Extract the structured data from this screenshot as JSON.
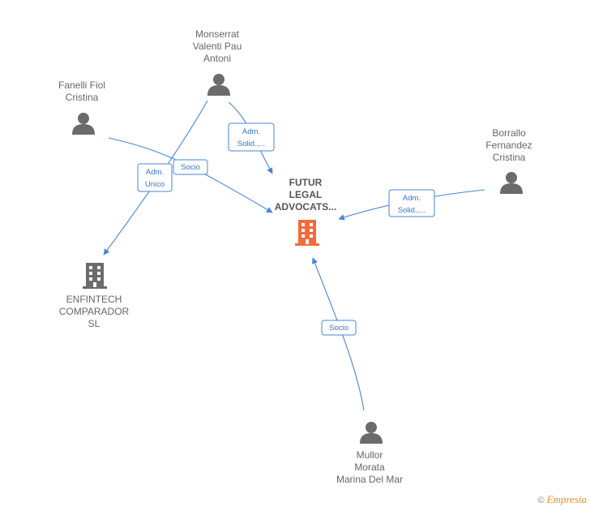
{
  "nodes": {
    "monserrat": {
      "lines": [
        "Monserrat",
        "Valenti Pau",
        "Antoni"
      ],
      "kind": "person"
    },
    "fanelli": {
      "lines": [
        "Fanelli Fiol",
        "Cristina"
      ],
      "kind": "person"
    },
    "borrallo": {
      "lines": [
        "Borrallo",
        "Fernandez",
        "Cristina"
      ],
      "kind": "person"
    },
    "mullor": {
      "lines": [
        "Mullor",
        "Morata",
        "Marina Del Mar"
      ],
      "kind": "person"
    },
    "futur": {
      "lines": [
        "FUTUR",
        "LEGAL",
        "ADVOCATS..."
      ],
      "kind": "company-main"
    },
    "enfintech": {
      "lines": [
        "ENFINTECH",
        "COMPARADOR",
        "SL"
      ],
      "kind": "company"
    }
  },
  "edges": {
    "monserrat_futur": {
      "lines": [
        "Adm.",
        "Solid.,..."
      ]
    },
    "monserrat_enfintech": {
      "lines": [
        "Adm.",
        "Unico"
      ]
    },
    "fanelli_futur": {
      "lines": [
        "Socio"
      ]
    },
    "borrallo_futur": {
      "lines": [
        "Adm.",
        "Solid.,..."
      ]
    },
    "mullor_futur": {
      "lines": [
        "Socio"
      ]
    }
  },
  "footer": {
    "copyright": "©",
    "brand": "Empresia"
  },
  "colors": {
    "edge": "#4a86d6",
    "person": "#6b6b6b",
    "main_company": "#f26b3a"
  }
}
